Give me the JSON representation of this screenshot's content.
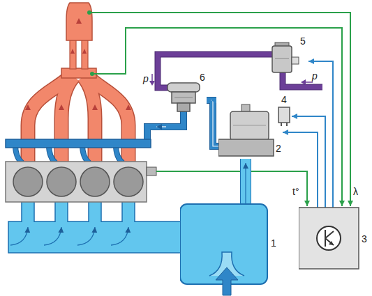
{
  "diagram": {
    "nodes": [
      {
        "text": [
          "5"
        ]
      },
      {
        "text": [
          "6"
        ]
      },
      {
        "text": [
          "4"
        ]
      },
      {
        "text": [
          "2"
        ]
      },
      {
        "text": [
          "1"
        ]
      },
      {
        "text": [
          "3"
        ]
      }
    ],
    "edges": [
      {
        "from": 4,
        "to": 3,
        "arrow": "to"
      },
      {
        "from": 3,
        "to": 1,
        "arrow": "to"
      },
      {
        "from": 5,
        "to": 2,
        "arrow": "to"
      },
      {
        "from": 5,
        "to": 3,
        "arrow": "to"
      },
      {
        "from": 5,
        "to": 0,
        "arrow": "to"
      }
    ],
    "labels": [
      "p",
      "p",
      "t°",
      "λ"
    ]
  }
}
